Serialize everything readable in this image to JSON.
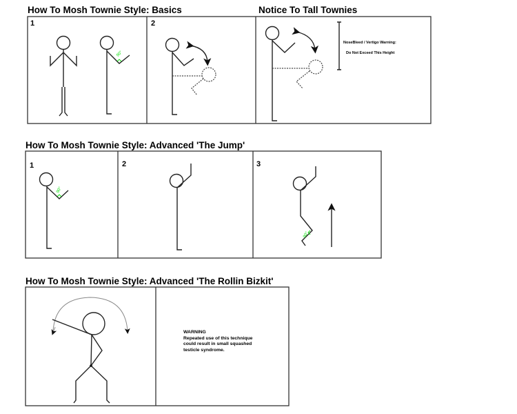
{
  "sections": {
    "basics": {
      "title": "How To Mosh Townie Style: Basics",
      "panels": [
        "1",
        "2"
      ],
      "angle_label": "90°"
    },
    "notice": {
      "title": "Notice To Tall Townies",
      "warning_line1": "NoseBleed / Vertigo Warning:",
      "warning_line2": "Do Not Exceed This Height"
    },
    "jump": {
      "title": "How To Mosh Townie Style: Advanced 'The Jump'",
      "panels": [
        "1",
        "2",
        "3"
      ],
      "angle_label": "90°"
    },
    "bizkit": {
      "title": "How To Mosh Townie Style: Advanced 'The Rollin Bizkit'",
      "warning_lines": [
        "WARNING",
        "Repeated use of this technique",
        "could result in small squashed",
        "testicle syndrome."
      ]
    }
  },
  "colors": {
    "angle_marker": "#00e000",
    "stroke": "#222222"
  }
}
